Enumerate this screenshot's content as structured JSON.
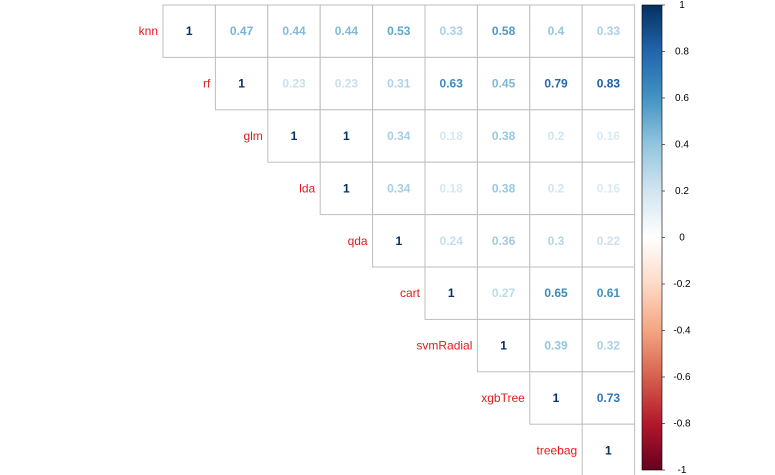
{
  "chart_data": {
    "type": "heatmap",
    "layout": "upper-triangle correlation matrix",
    "labels": [
      "knn",
      "rf",
      "glm",
      "lda",
      "qda",
      "cart",
      "svmRadial",
      "xgbTree",
      "treebag"
    ],
    "rows": [
      {
        "label": "knn",
        "values": [
          1,
          0.47,
          0.44,
          0.44,
          0.53,
          0.33,
          0.58,
          0.4,
          0.33
        ]
      },
      {
        "label": "rf",
        "values": [
          1,
          0.23,
          0.23,
          0.31,
          0.63,
          0.45,
          0.79,
          0.83
        ]
      },
      {
        "label": "glm",
        "values": [
          1,
          1,
          0.34,
          0.18,
          0.38,
          0.2,
          0.16
        ]
      },
      {
        "label": "lda",
        "values": [
          1,
          0.34,
          0.18,
          0.38,
          0.2,
          0.16
        ]
      },
      {
        "label": "qda",
        "values": [
          1,
          0.24,
          0.36,
          0.3,
          0.22
        ]
      },
      {
        "label": "cart",
        "values": [
          1,
          0.27,
          0.65,
          0.61
        ]
      },
      {
        "label": "svmRadial",
        "values": [
          1,
          0.39,
          0.32
        ]
      },
      {
        "label": "xgbTree",
        "values": [
          1,
          0.73
        ]
      },
      {
        "label": "treebag",
        "values": [
          1
        ]
      }
    ],
    "colorbar": {
      "range": [
        -1,
        1
      ],
      "ticks": [
        "1",
        "0.8",
        "0.6",
        "0.4",
        "0.2",
        "0",
        "-0.2",
        "-0.4",
        "-0.6",
        "-0.8",
        "-1"
      ],
      "colors": [
        "#67001F",
        "#B2182B",
        "#D6604D",
        "#F4A582",
        "#FDDBC7",
        "#FFFFFF",
        "#D1E5F0",
        "#92C5DE",
        "#4393C3",
        "#2166AC",
        "#053061"
      ]
    },
    "label_color": "#E41A1C",
    "grid_color": "#BEBEBE"
  }
}
